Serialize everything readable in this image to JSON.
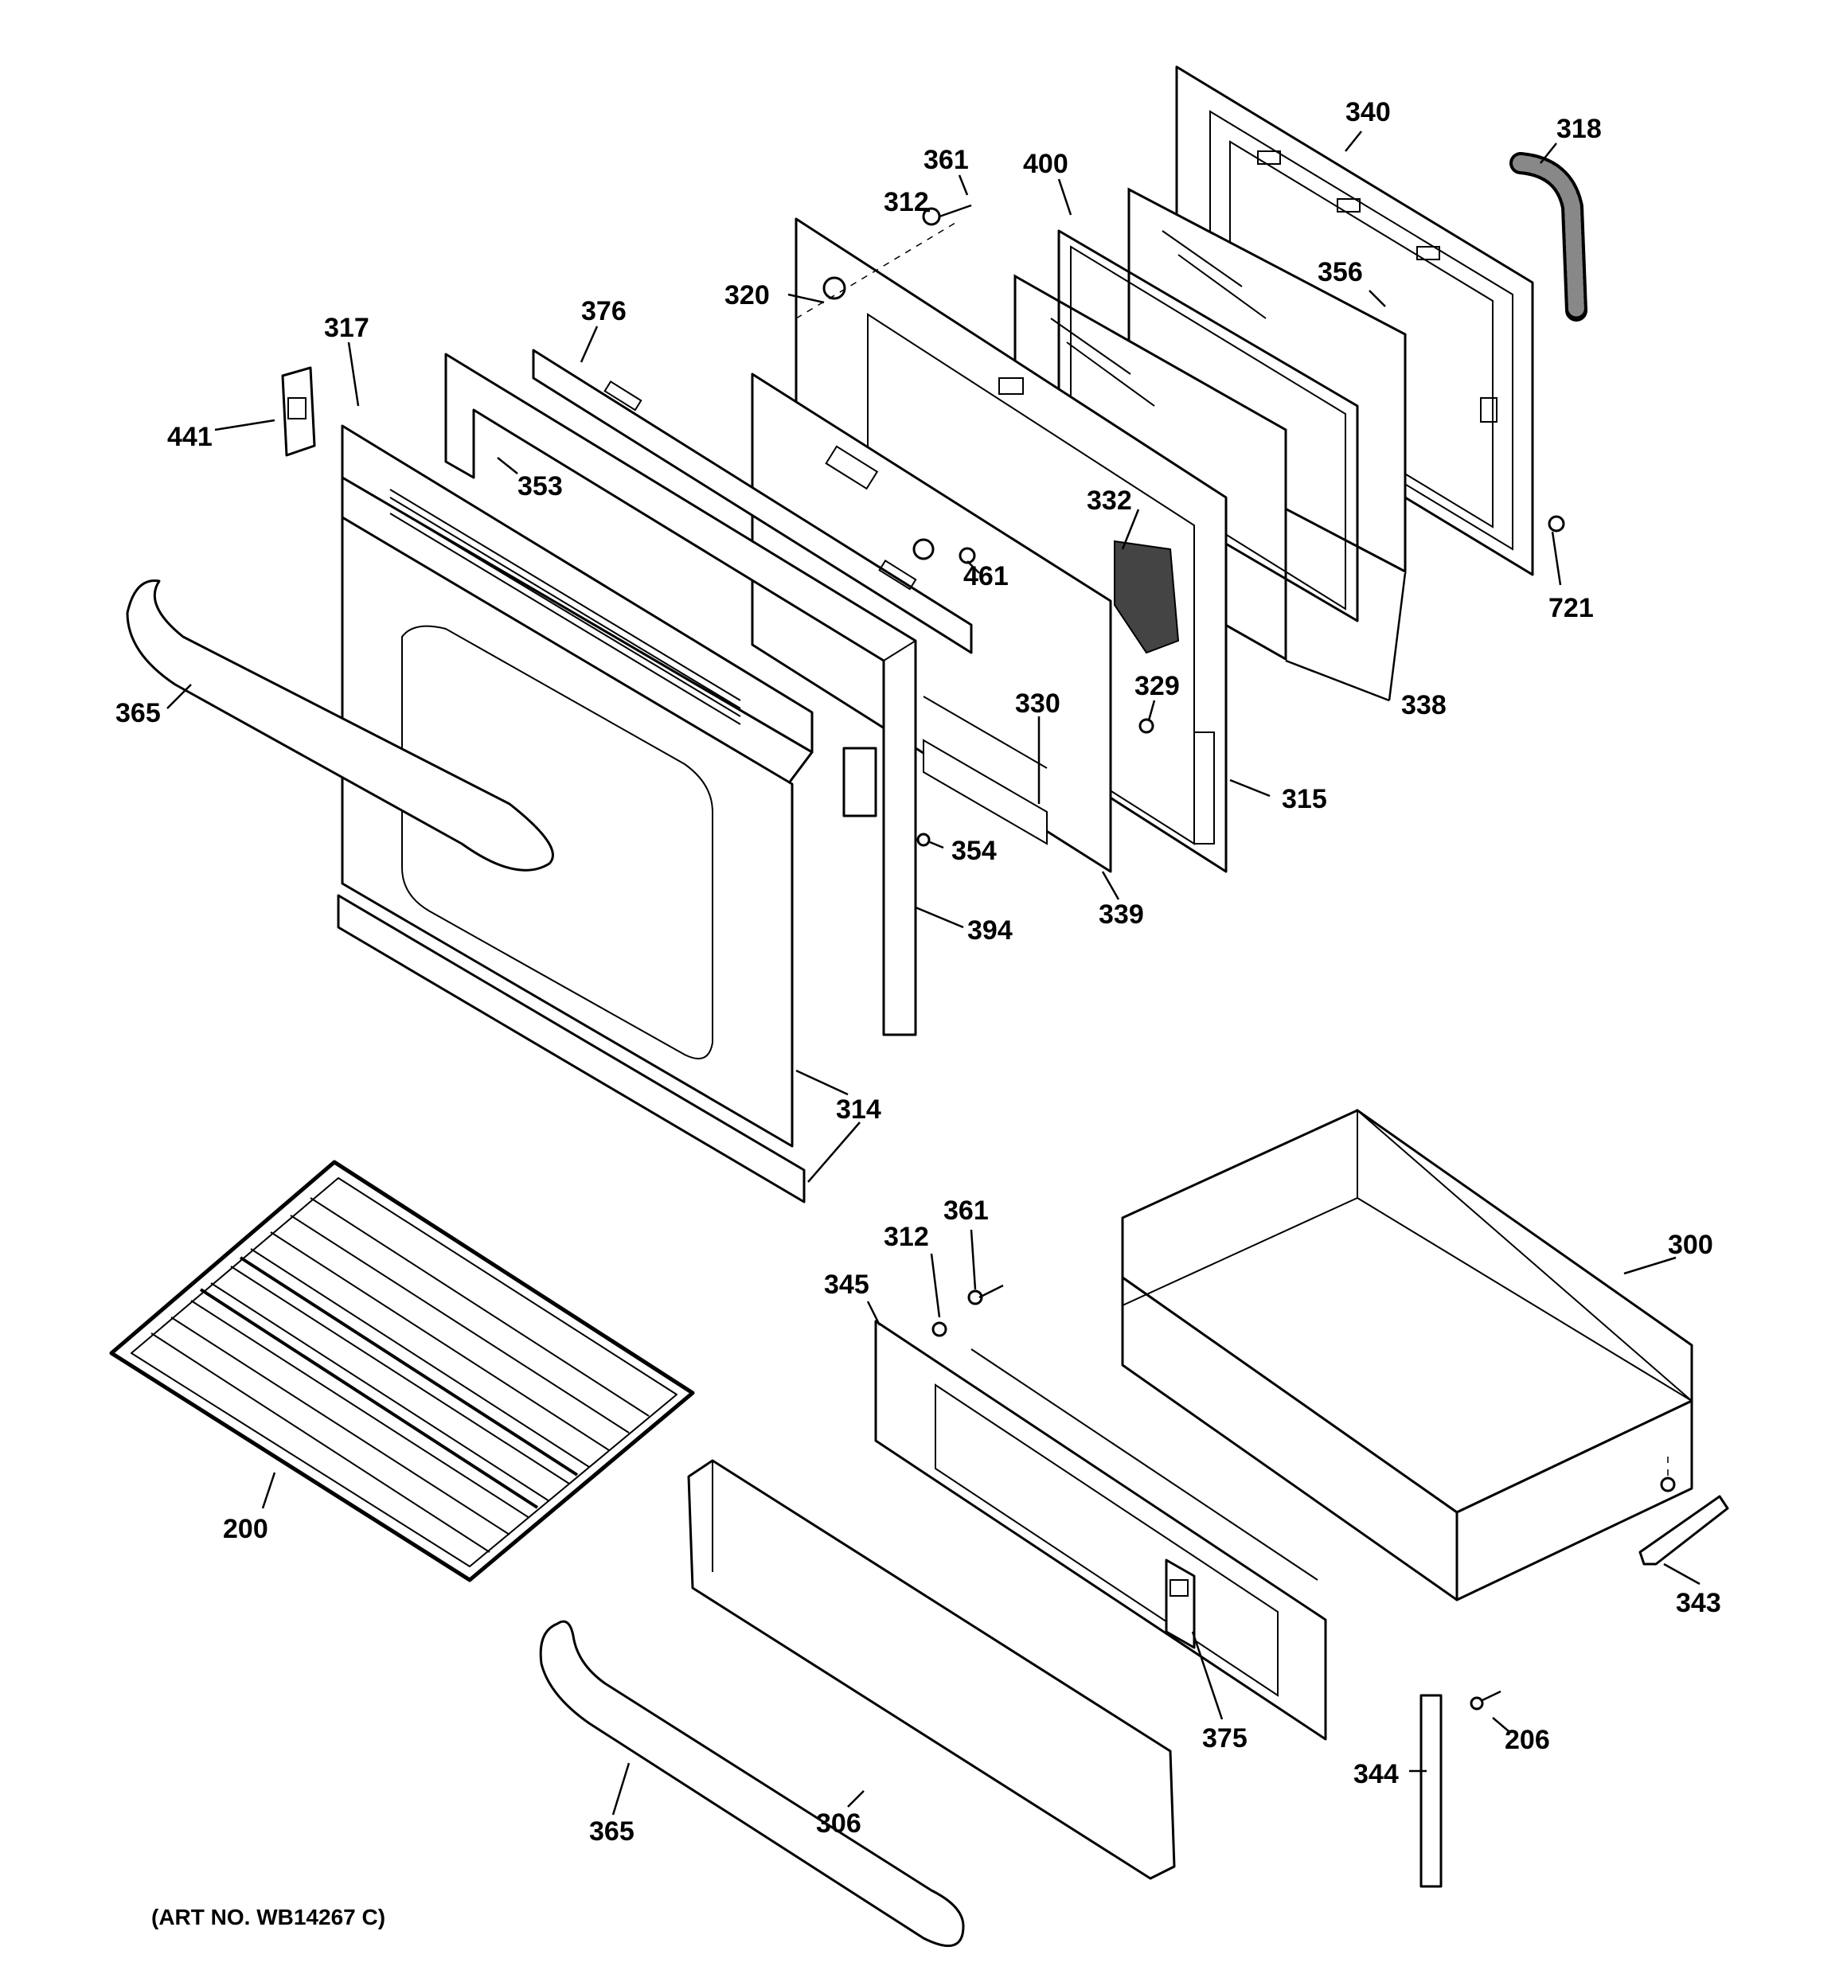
{
  "diagram": {
    "art_number": "(ART NO. WB14267 C)",
    "callouts": {
      "c340": "340",
      "c318": "318",
      "c361a": "361",
      "c400": "400",
      "c312a": "312",
      "c356": "356",
      "c320": "320",
      "c376": "376",
      "c317": "317",
      "c441": "441",
      "c353": "353",
      "c332": "332",
      "c721": "721",
      "c461": "461",
      "c365a": "365",
      "c330": "330",
      "c329": "329",
      "c338": "338",
      "c315": "315",
      "c354": "354",
      "c339": "339",
      "c394": "394",
      "c314": "314",
      "c361b": "361",
      "c312b": "312",
      "c300": "300",
      "c345": "345",
      "c200": "200",
      "c343": "343",
      "c375": "375",
      "c206": "206",
      "c344": "344",
      "c306": "306",
      "c365b": "365"
    }
  }
}
